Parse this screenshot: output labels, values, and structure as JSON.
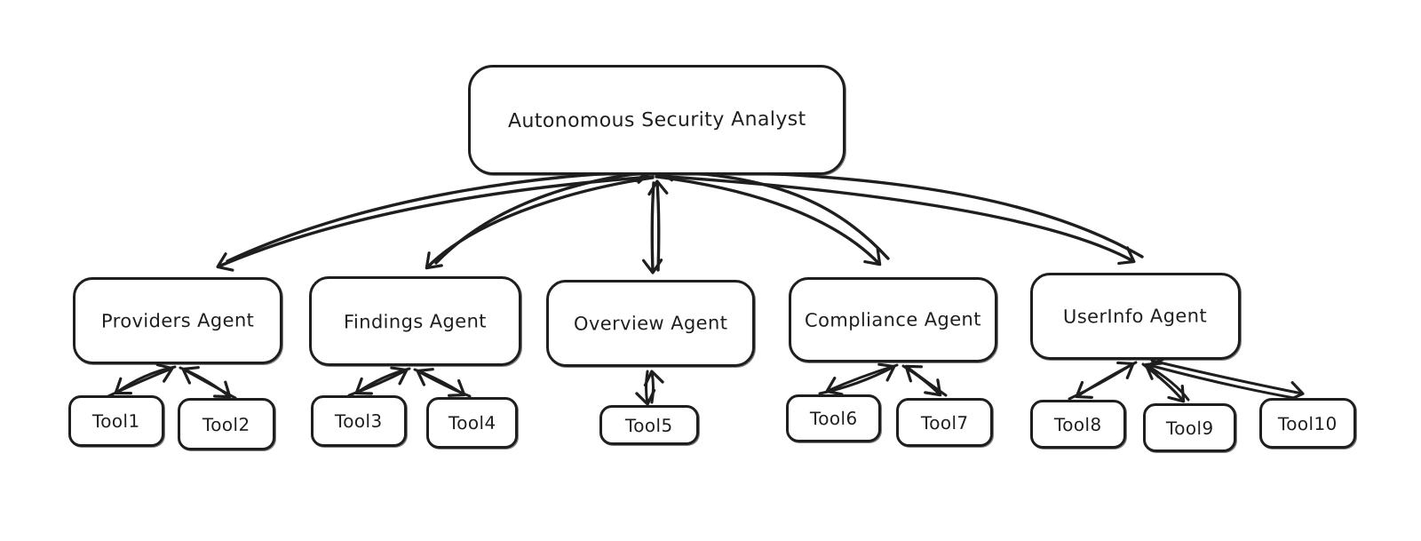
{
  "diagram": {
    "type": "flowchart",
    "root": {
      "label": "Autonomous Security Analyst"
    },
    "agents": [
      {
        "label": "Providers Agent",
        "tools": [
          "Tool1",
          "Tool2"
        ]
      },
      {
        "label": "Findings Agent",
        "tools": [
          "Tool3",
          "Tool4"
        ]
      },
      {
        "label": "Overview Agent",
        "tools": [
          "Tool5"
        ]
      },
      {
        "label": "Compliance Agent",
        "tools": [
          "Tool6",
          "Tool7"
        ]
      },
      {
        "label": "UserInfo Agent",
        "tools": [
          "Tool8",
          "Tool9",
          "Tool10"
        ]
      }
    ],
    "edges": [
      {
        "from": "Autonomous Security Analyst",
        "to": "Providers Agent",
        "bidirectional": true
      },
      {
        "from": "Autonomous Security Analyst",
        "to": "Findings Agent",
        "bidirectional": true
      },
      {
        "from": "Autonomous Security Analyst",
        "to": "Overview Agent",
        "bidirectional": true
      },
      {
        "from": "Autonomous Security Analyst",
        "to": "Compliance Agent",
        "bidirectional": true
      },
      {
        "from": "Autonomous Security Analyst",
        "to": "UserInfo Agent",
        "bidirectional": true
      },
      {
        "from": "Providers Agent",
        "to": "Tool1",
        "bidirectional": true
      },
      {
        "from": "Providers Agent",
        "to": "Tool2",
        "bidirectional": true
      },
      {
        "from": "Findings Agent",
        "to": "Tool3",
        "bidirectional": true
      },
      {
        "from": "Findings Agent",
        "to": "Tool4",
        "bidirectional": true
      },
      {
        "from": "Overview Agent",
        "to": "Tool5",
        "bidirectional": true
      },
      {
        "from": "Compliance Agent",
        "to": "Tool6",
        "bidirectional": true
      },
      {
        "from": "Compliance Agent",
        "to": "Tool7",
        "bidirectional": true
      },
      {
        "from": "UserInfo Agent",
        "to": "Tool8",
        "bidirectional": true
      },
      {
        "from": "UserInfo Agent",
        "to": "Tool9",
        "bidirectional": true
      },
      {
        "from": "UserInfo Agent",
        "to": "Tool10",
        "bidirectional": true
      }
    ],
    "style": {
      "stroke_color": "#1e1e1e",
      "box_fill": "#ffffff",
      "background": "#ffffff",
      "sketch_style": "hand-drawn"
    }
  }
}
